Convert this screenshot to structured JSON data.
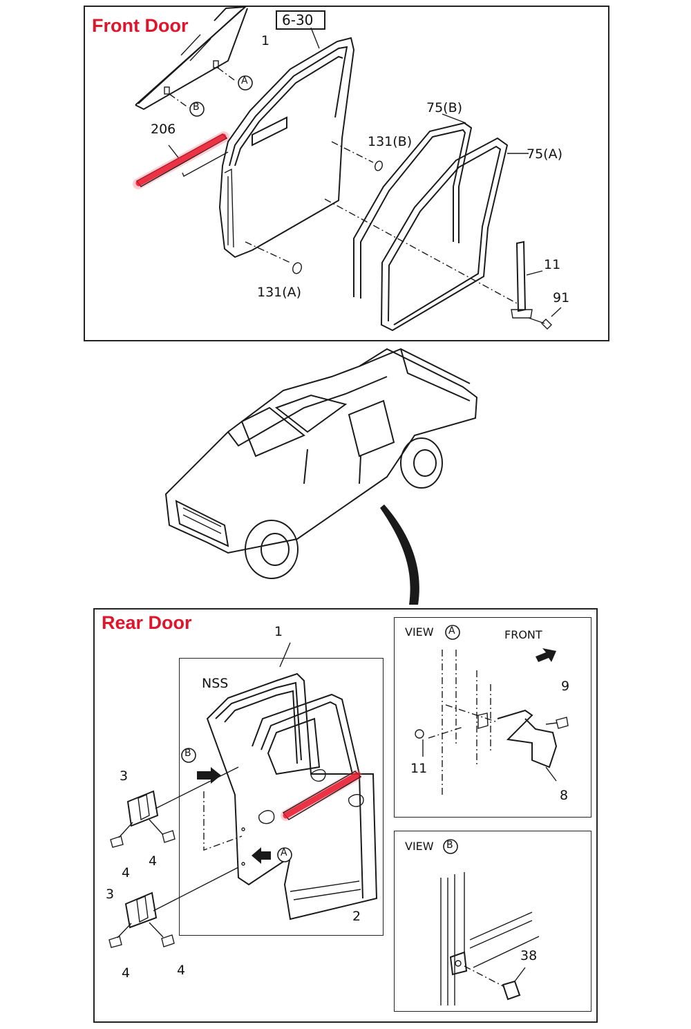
{
  "front_door": {
    "title": "Front Door",
    "ref_box": "6-30",
    "labels": {
      "glass": "1",
      "moulding": "206",
      "plug_b": "131(B)",
      "plug_a": "131(A)",
      "weatherstrip_b": "75(B)",
      "weatherstrip_a": "75(A)",
      "channel": "11",
      "screw": "91",
      "marker_a": "A",
      "marker_b": "B"
    }
  },
  "rear_door": {
    "title": "Rear Door",
    "labels": {
      "assembly": "1",
      "nss": "NSS",
      "panel": "2",
      "hinge_upper": "3",
      "hinge_lower": "3",
      "bolt_1": "4",
      "bolt_2": "4",
      "bolt_3": "4",
      "bolt_4": "4",
      "marker_a": "A",
      "marker_b": "B"
    }
  },
  "view_a": {
    "title": "VIEW",
    "marker": "A",
    "front_label": "FRONT",
    "labels": {
      "bolt": "9",
      "nut": "11",
      "checker": "8"
    }
  },
  "view_b": {
    "title": "VIEW",
    "marker": "B",
    "labels": {
      "plug": "38"
    }
  },
  "colors": {
    "highlight": "#e8182e",
    "line": "#1a1a1a",
    "title": "#e0142b"
  }
}
